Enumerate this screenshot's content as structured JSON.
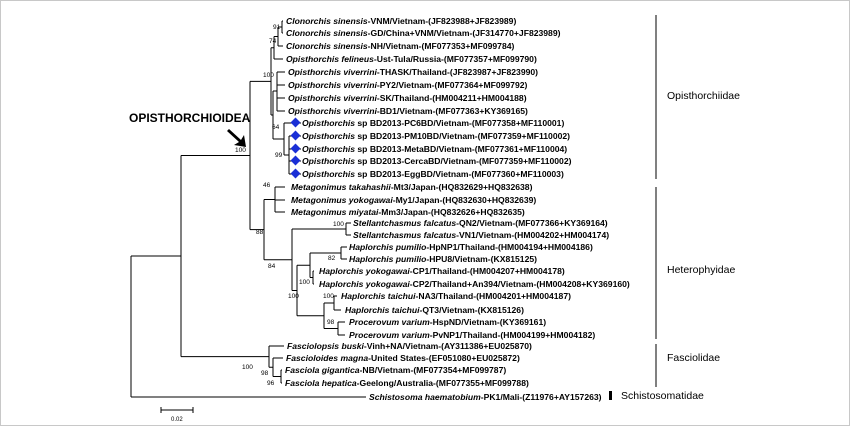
{
  "superfamily_label": "OPISTHORCHIOIDEA",
  "families": [
    "Opisthorchiidae",
    "Heterophyidae",
    "Fasciolidae",
    "Schistosomatidae"
  ],
  "scale_bar_label": "0.02",
  "marker_color": "#1a2fd6",
  "leaves": [
    {
      "species": "Clonorchis sinensis",
      "rest": "-VNM/Vietnam-(JF823988+JF823989)",
      "marked": false
    },
    {
      "species": "Clonorchis sinensis",
      "rest": "-GD/China+VNM/Vietnam-(JF314770+JF823989)",
      "marked": false
    },
    {
      "species": "Clonorchis sinensis",
      "rest": "-NH/Vietnam-(MF077353+MF099784)",
      "marked": false
    },
    {
      "species": "Opisthorchis felineus",
      "rest": "-Ust-Tula/Russia-(MF077357+MF099790)",
      "marked": false
    },
    {
      "species": "Opisthorchis viverrini",
      "rest": "-THASK/Thailand-(JF823987+JF823990)",
      "marked": false
    },
    {
      "species": "Opisthorchis viverrini",
      "rest": "-PY2/Vietnam-(MF077364+MF099792)",
      "marked": false
    },
    {
      "species": "Opisthorchis viverrini",
      "rest": "-SK/Thailand-(HM004211+HM004188)",
      "marked": false
    },
    {
      "species": "Opisthorchis viverrini",
      "rest": "-BD1/Vietnam-(MF077363+KY369165)",
      "marked": false
    },
    {
      "species": "Opisthorchis",
      "rest": " sp BD2013-PC6BD/Vietnam-(MF077358+MF110001)",
      "marked": true
    },
    {
      "species": "Opisthorchis",
      "rest": " sp BD2013-PM10BD/Vietnam-(MF077359+MF110002)",
      "marked": true
    },
    {
      "species": "Opisthorchis",
      "rest": " sp BD2013-MetaBD/Vietnam-(MF077361+MF110004)",
      "marked": true
    },
    {
      "species": "Opisthorchis",
      "rest": " sp BD2013-CercaBD/Vietnam-(MF077359+MF110002)",
      "marked": true
    },
    {
      "species": "Opisthorchis",
      "rest": " sp BD2013-EggBD/Vietnam-(MF077360+MF110003)",
      "marked": true
    },
    {
      "species": "Metagonimus takahashii",
      "rest": "-Mt3/Japan-(HQ832629+HQ832638)",
      "marked": false
    },
    {
      "species": "Metagonimus yokogawai",
      "rest": "-My1/Japan-(HQ832630+HQ832639)",
      "marked": false
    },
    {
      "species": "Metagonimus miyatai",
      "rest": "-Mm3/Japan-(HQ832626+HQ832635)",
      "marked": false
    },
    {
      "species": "Stellantchasmus falcatus",
      "rest": "-QN2/Vietnam-(MF077366+KY369164)",
      "marked": false
    },
    {
      "species": "Stellantchasmus falcatus",
      "rest": "-VN1/Vietnam-(HM004202+HM004174)",
      "marked": false
    },
    {
      "species": "Haplorchis pumilio",
      "rest": "-HpNP1/Thailand-(HM004194+HM004186)",
      "marked": false
    },
    {
      "species": "Haplorchis pumilio",
      "rest": "-HPU8/Vietnam-(KX815125)",
      "marked": false
    },
    {
      "species": "Haplorchis yokogawai",
      "rest": "-CP1/Thailand-(HM004207+HM004178)",
      "marked": false
    },
    {
      "species": "Haplorchis yokogawai",
      "rest": "-CP2/Thailand+An394/Vietnam-(HM004208+KY369160)",
      "marked": false
    },
    {
      "species": "Haplorchis taichui",
      "rest": "-NA3/Thailand-(HM004201+HM004187)",
      "marked": false
    },
    {
      "species": "Haplorchis taichui",
      "rest": "-QT3/Vietnam-(KX815126)",
      "marked": false
    },
    {
      "species": "Procerovum varium",
      "rest": "-HspND/Vietnam-(KY369161)",
      "marked": false
    },
    {
      "species": "Procerovum varium",
      "rest": "-PvNP1/Thailand-(HM004199+HM004182)",
      "marked": false
    },
    {
      "species": "Fasciolopsis buski",
      "rest": "-Vinh+NA/Vietnam-(AY311386+EU025870)",
      "marked": false
    },
    {
      "species": "Fascioloides magna",
      "rest": "-United States-(EF051080+EU025872)",
      "marked": false
    },
    {
      "species": "Fasciola gigantica",
      "rest": "-NB/Vietnam-(MF077354+MF099787)",
      "marked": false
    },
    {
      "species": "Fasciola hepatica",
      "rest": "-Geelong/Australia-(MF077355+MF099788)",
      "marked": false
    },
    {
      "species": "Schistosoma haematobium",
      "rest": "-PK1/Mali-(Z11976+AY157263)",
      "marked": false
    }
  ],
  "bootstrap": [
    {
      "value": "91",
      "node": "n_cs12"
    },
    {
      "value": "74",
      "node": "n_cs"
    },
    {
      "value": "100",
      "node": "n_op"
    },
    {
      "value": "64",
      "node": "n_bd"
    },
    {
      "value": "99",
      "node": "n_bdsub"
    },
    {
      "value": "100",
      "node": "n_opi"
    },
    {
      "value": "46",
      "node": "n_met"
    },
    {
      "value": "88",
      "node": "n_het"
    },
    {
      "value": "100",
      "node": "n_stel"
    },
    {
      "value": "82",
      "node": "n_hp"
    },
    {
      "value": "84",
      "node": "n_hap"
    },
    {
      "value": "100",
      "node": "n_hy"
    },
    {
      "value": "100",
      "node": "n_ht"
    },
    {
      "value": "98",
      "node": "n_pv"
    },
    {
      "value": "100",
      "node": "n_htpv"
    },
    {
      "value": "100",
      "node": "n_fasc"
    },
    {
      "value": "98",
      "node": "n_fgfh"
    },
    {
      "value": "96",
      "node": "n_fgfh2"
    }
  ]
}
